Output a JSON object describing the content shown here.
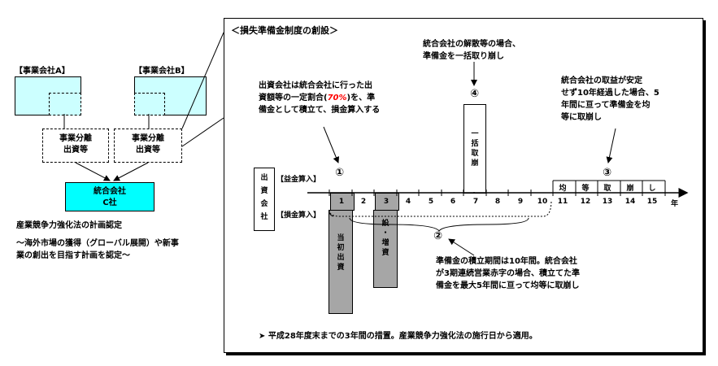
{
  "left": {
    "company_a": "【事業会社A】",
    "company_b": "【事業会社B】",
    "split_a": [
      "事業分離",
      "出資等"
    ],
    "split_b": [
      "事業分離",
      "出資等"
    ],
    "merged": [
      "統合会社",
      "C社"
    ],
    "plan": "産業競争力強化法の計画認定",
    "plan_note": [
      "～海外市場の獲得（グローバル展開）や新事",
      "業の創出を目指す計画を認定～"
    ]
  },
  "panel": {
    "title": "＜損失準備金制度の創設＞",
    "note1": [
      "出資会社は統合会社に行った出",
      "資額等の一定割合(",
      "70%",
      ")を、準",
      "備金として積立て、損金算入する"
    ],
    "note4": [
      "統合会社の解散等の場合、",
      "準備金を一括取り崩し"
    ],
    "note3": [
      "統合会社の取益が安定",
      "せず10年経過した場合、5",
      "年間に亘って準備金を均",
      "等に取崩し"
    ],
    "note2": [
      "準備金の積立期間は10年間。統合会社",
      "が3期連続営業赤字の場合、積立てた準",
      "備金を最大5年間に亘って均等に取崩し"
    ],
    "footer": "➤ 平成28年度末までの3年間の措置。産業競争力強化法の施行日から適用。",
    "investor": [
      "出",
      "資",
      "会",
      "社"
    ],
    "row_upper": "【益金算入】",
    "row_lower": "【損金算入】",
    "markers": {
      "m1": "①",
      "m2": "②",
      "m3": "③",
      "m4": "④"
    },
    "years": [
      "1",
      "2",
      "3",
      "4",
      "5",
      "6",
      "7",
      "8",
      "9",
      "10",
      "11",
      "12",
      "13",
      "14",
      "15"
    ],
    "year_unit": "年",
    "upper_cells": [
      "均",
      "等",
      "取",
      "崩",
      "し"
    ],
    "bar_initial": [
      "当",
      "初",
      "出",
      "資"
    ],
    "bar_expand": [
      "設",
      "・",
      "増",
      "資"
    ],
    "bar_lump": [
      "一",
      "括",
      "取",
      "崩"
    ],
    "highlight_color": "#ff0000"
  }
}
